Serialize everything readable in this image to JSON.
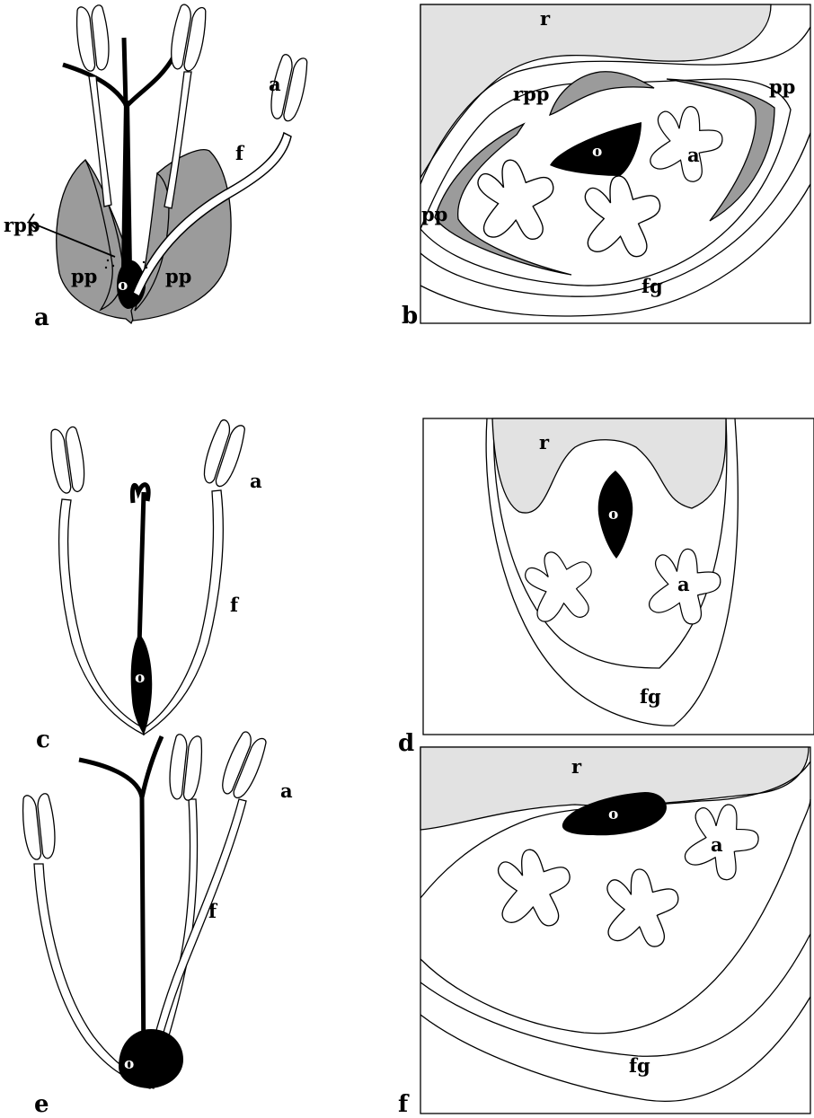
{
  "colors": {
    "petal_grey": "#9b9b9b",
    "receptacle_grey": "#e2e2e2",
    "ovary_black": "#000000",
    "outline": "#000000",
    "background": "#ffffff"
  },
  "panels": {
    "a": {
      "panel_label": "a",
      "labels": {
        "anther": "a",
        "filament": "f",
        "rpp": "rpp",
        "pp_left": "pp",
        "pp_right": "pp",
        "ovary": "o"
      }
    },
    "b": {
      "panel_label": "b",
      "labels": {
        "receptacle": "r",
        "rpp": "rpp",
        "pp_right": "pp",
        "pp_left": "pp",
        "ovary": "o",
        "anther": "a",
        "floral_groove": "fg"
      }
    },
    "c": {
      "panel_label": "c",
      "labels": {
        "anther": "a",
        "filament": "f",
        "ovary": "o"
      }
    },
    "d": {
      "panel_label": "d",
      "labels": {
        "receptacle": "r",
        "ovary": "o",
        "anther": "a",
        "floral_groove": "fg"
      }
    },
    "e": {
      "panel_label": "e",
      "labels": {
        "anther": "a",
        "filament": "f",
        "ovary": "o"
      }
    },
    "f": {
      "panel_label": "f",
      "labels": {
        "receptacle": "r",
        "ovary": "o",
        "anther": "a",
        "floral_groove": "fg"
      }
    }
  }
}
